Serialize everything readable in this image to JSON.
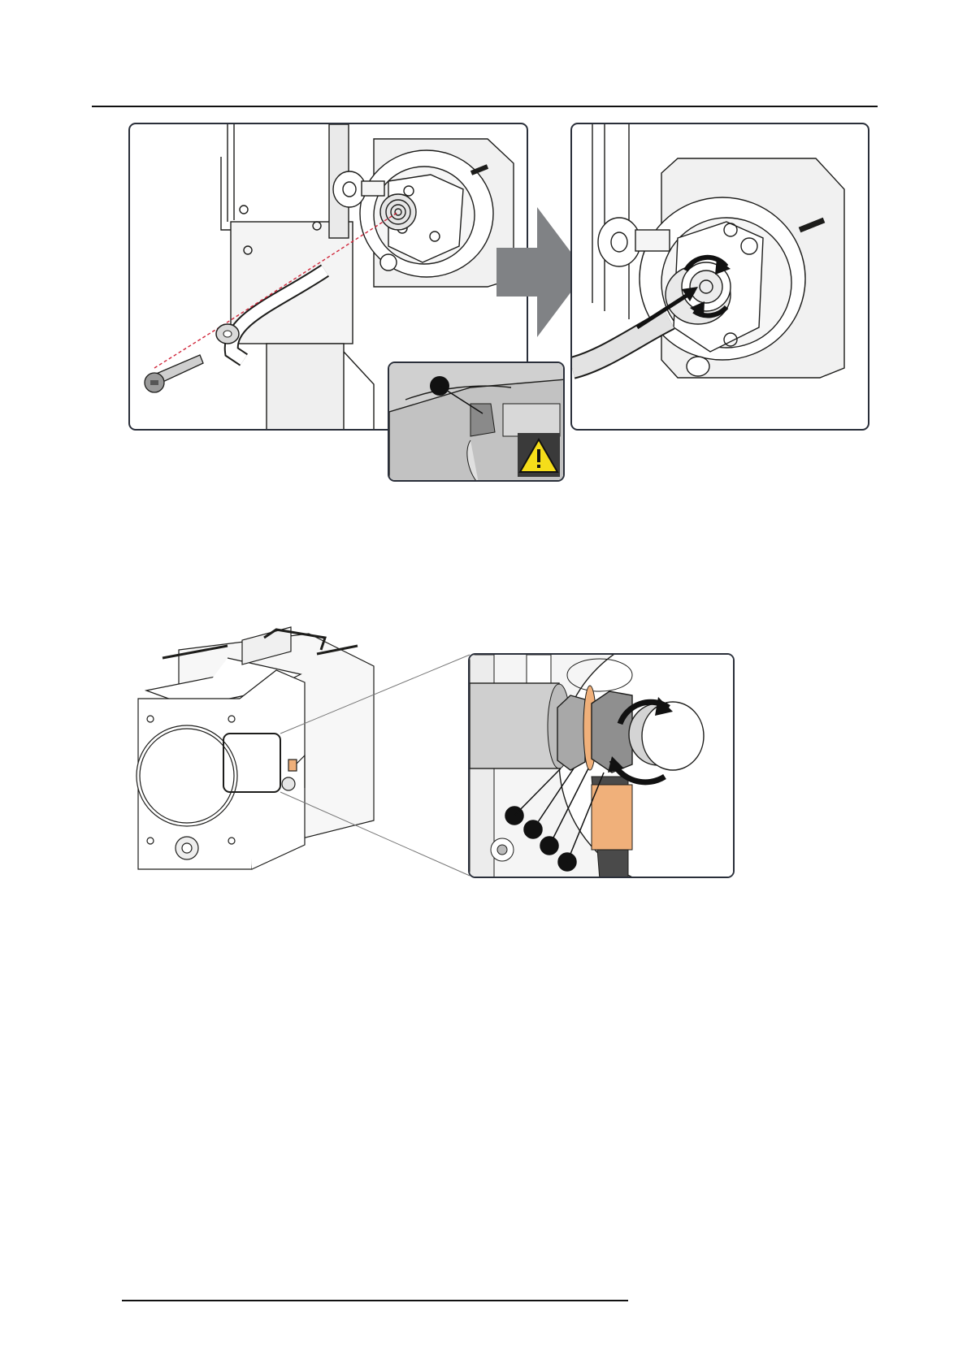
{
  "page": {
    "header_rule": true,
    "footer_rule": true
  },
  "figure1": {
    "panel_left": "lamp-house-fitting-exploded",
    "panel_right": "fitting-tightened",
    "process_arrow": "right-arrow-icon",
    "detail_inset": "warning-detail",
    "colors": {
      "arrow": "#808285",
      "warning": "#f5dd1a",
      "line": "#1d1d1b"
    }
  },
  "figure2": {
    "overview": "lamp-house-overview",
    "detail": "hose-nut-detail",
    "colors": {
      "copper": "#f0b07a",
      "hose": "#4a4a4a"
    }
  }
}
